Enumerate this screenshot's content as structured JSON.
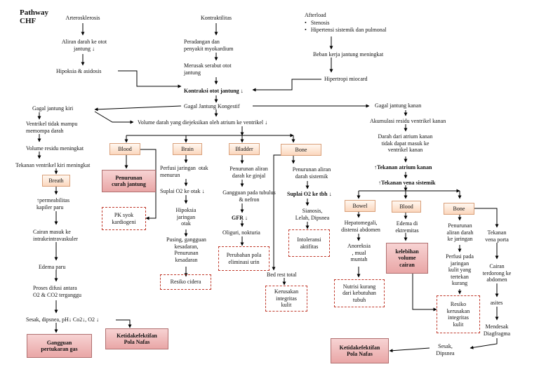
{
  "title": "Pathway\nCHF",
  "left": {
    "arteriosklerosis": "Arterosklerosis",
    "aliran": "Aliran darah ke otot\njantung ↓",
    "hipoksia": "Hipoksia & asidosis"
  },
  "center_top": {
    "kontraktilitas": "Kontraktilitas",
    "peradangan": "Peradangan dan\npenyakit myokardium",
    "merusak": "Merusak serabut otot\njantung"
  },
  "afterload": {
    "title": "Afterload",
    "items": [
      "Stenosis",
      "Hipertensi sistemik dan pulmonal"
    ],
    "beban": "Beban kerja jantung meningkat",
    "hipertropi": "Hipertropi miocard"
  },
  "kontraksi": "Kontraksi otot jantung ↓",
  "gjk": "Gagal Jantung Kongestif",
  "volume": "Volume darah yang diejeksikan oleh atrium ke ventrikel ↓",
  "kiri": {
    "title": "Gagal jantung kiri",
    "ventrikel": "Ventrikel tidak mampu\nmemompa darah",
    "residu": "Volume residu meningkat",
    "tekanan": "Tekanan ventrikel kiri  meningkat",
    "breath": "Breath",
    "permeabilitas": "↑permeabilitas\nkapiler paru",
    "cairan": "Cairan masuk ke\nintrakeintravaskuler",
    "edema": "Edema paru",
    "difusi": "Proses difusi antara\nO2 & CO2 terganggu",
    "sesak": "Sesak, dipsnea, pH↓ Co2↓, O2 ↓",
    "gangguan": "Gangguan\npertukaran gas",
    "ketidakefektifan": "Ketidakefektifan\nPola Nafas"
  },
  "blood": {
    "label": "Blood",
    "penurunan": "Penurunan\ncurah jantung",
    "pk": "PK syok\nkardiogeni"
  },
  "brain": {
    "label": "Brain",
    "perfusi": "Perfusi jaringan  otak\nmenurun",
    "suplai": "Suplai O2 ke otak ↓",
    "hipoksia": "Hipoksia\njaringan\notak",
    "pusing": "Pusing, gangguan\nkesadaran,\nPenurunan\nkesadaran",
    "resiko": "Resiko cidera"
  },
  "bladder": {
    "label": "Bladder",
    "penurunan": "Penurunan aliran\ndarah ke ginjal",
    "gangguan": "Gangguan pada tubulus\n& nefron",
    "gfr": "GFR ↓",
    "oliguri": "Oliguri, nokturia",
    "perubahan": "Perubahan pola\neliminasi urin"
  },
  "bone": {
    "label": "Bone",
    "penurunan": "Penurunan aliran\ndarah sistemik",
    "suplai": "Suplai O2 ke tbh ↓",
    "sianosis": "Sianosis,\nLelah, Dipsnea",
    "intoleransi": "Intoleransi\naktifitas",
    "bedrest": "Bed rest total",
    "kerusakan": "Kerusakan\nintegritas\nkulit"
  },
  "kanan": {
    "title": "Gagal jantung kanan",
    "akumulasi": "Akumulasi residu ventrikel kanan",
    "darah": "Darah dari atrium kanan\ntidak dapat masuk ke\nventrikel kanan",
    "atrium": "↑Tekanan atrium kanan",
    "vena": "↑Tekanan vena sistemik"
  },
  "bowel": {
    "label": "Bowel",
    "hepato": "Hepatomegali,\ndistensi abdomen",
    "anoreksia": "Anoreksia\n, mual\nmuntah",
    "nutrisi": "Nutrisi kurang\ndari kebutuhan\ntubuh"
  },
  "rblood": {
    "label": "Blood",
    "edema": "Edema di\nektremitas",
    "kelebihan": "kelebihan\nvolume\ncairan"
  },
  "rbone": {
    "label": "Bone",
    "penurunan": "Penurunan\naliran darah\nke jaringan",
    "perfusi": "Perfusi pada\njaringan\nkulit yang\ntertekan\nkurang",
    "resiko": "Resiko\nkerusakan\nintegritas\nkulit",
    "tekanan": "Tekanan\nvena porta",
    "cairan": "Cairan\nterdorong ke\nabdomen",
    "asites": "asites",
    "mendesak": "Mendesak\nDiagfragma",
    "sesak": "Sesak,\nDipsnea",
    "ketidakefektifan": "Ketidakefektifan\nPola Nafas"
  }
}
